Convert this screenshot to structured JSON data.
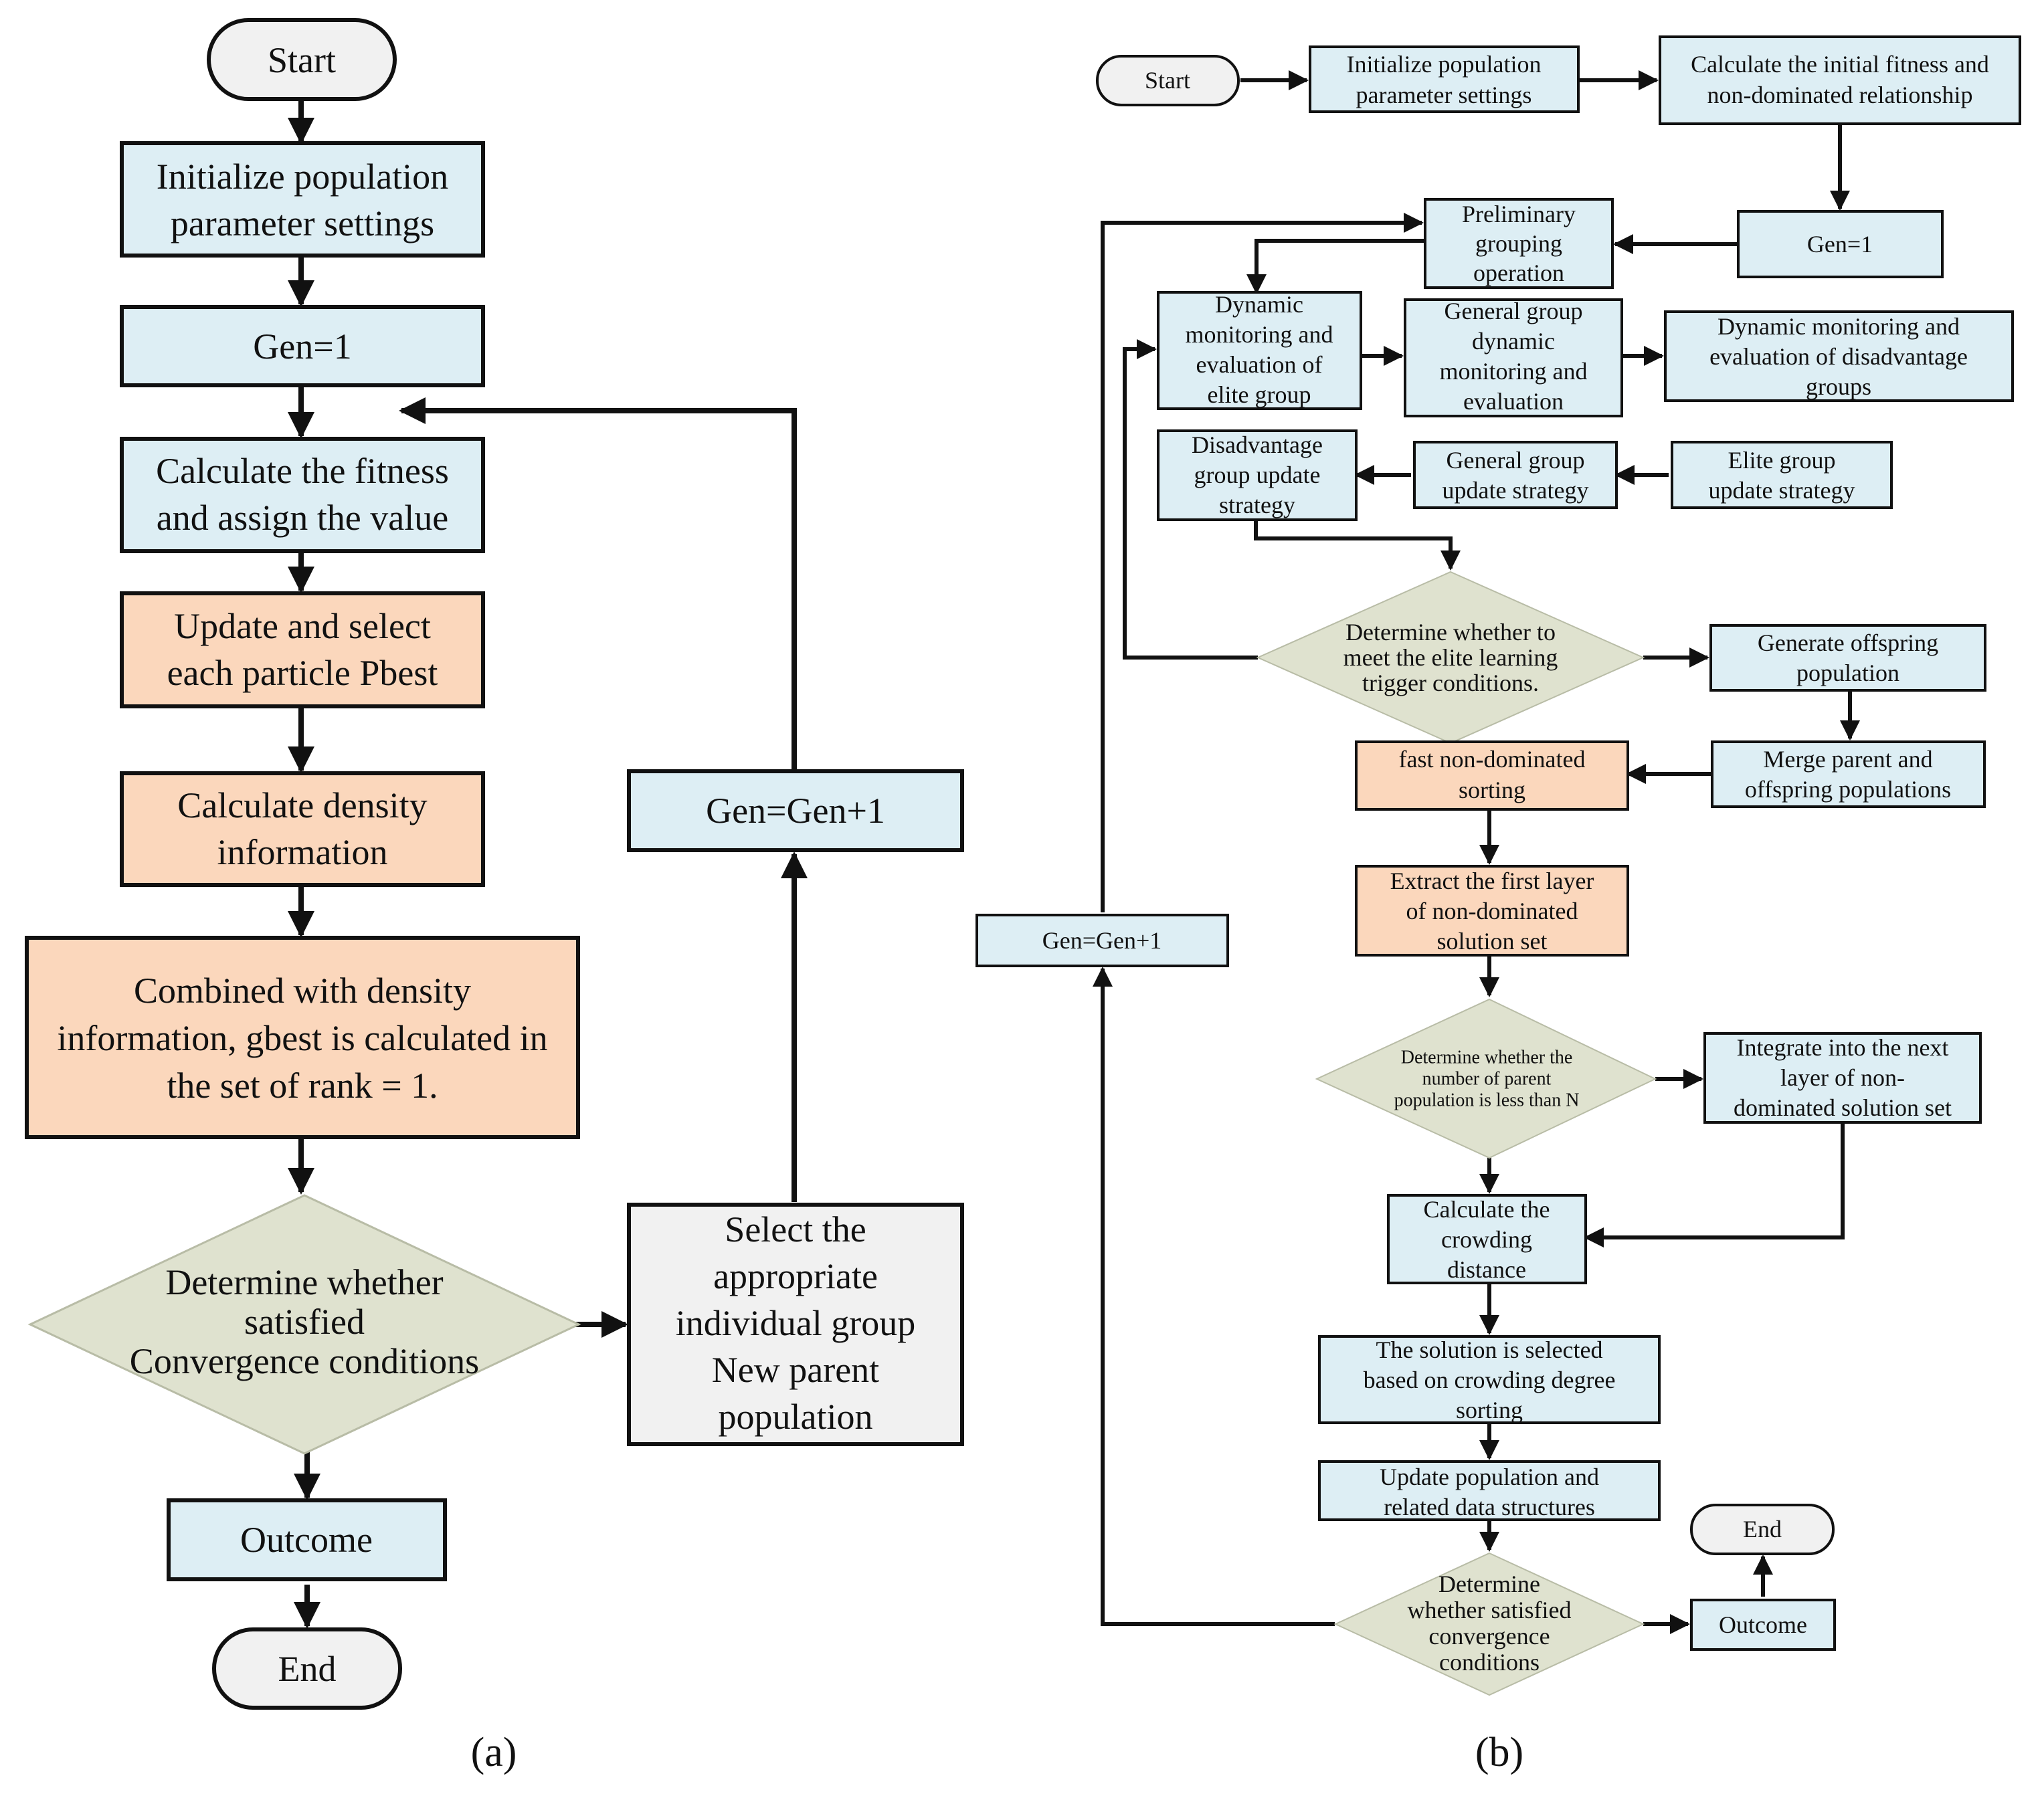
{
  "colors": {
    "blue": "#ddeef4",
    "orange": "#fbd7bc",
    "gray": "#f1f1f1",
    "diamond": "#dfe2cf",
    "terminal": "#f1f1f1",
    "stroke": "#111111"
  },
  "panel_a": {
    "caption": "(a)",
    "start": "Start",
    "init": [
      "Initialize population",
      "parameter settings"
    ],
    "gen1": "Gen=1",
    "fitness": [
      "Calculate the fitness",
      "and assign the value"
    ],
    "pbest": [
      "Update and select",
      "each particle Pbest"
    ],
    "density": [
      "Calculate density",
      "information"
    ],
    "gbest": [
      "Combined with density",
      "information, gbest is calculated in",
      "the set of rank = 1."
    ],
    "decision": [
      "Determine whether",
      "satisfied",
      "Convergence conditions"
    ],
    "select": [
      "Select the",
      "appropriate",
      "individual group",
      "New parent",
      "population"
    ],
    "gen_inc": "Gen=Gen+1",
    "outcome": "Outcome",
    "end": "End"
  },
  "panel_b": {
    "caption": "(b)",
    "start": "Start",
    "init": [
      "Initialize population",
      "parameter settings"
    ],
    "init_fitness": [
      "Calculate the initial fitness and",
      "non-dominated relationship"
    ],
    "gen1": "Gen=1",
    "grouping": [
      "Preliminary",
      "grouping",
      "operation"
    ],
    "elite_monitor": [
      "Dynamic",
      "monitoring and",
      "evaluation of",
      "elite group"
    ],
    "general_monitor": [
      "General group",
      "dynamic",
      "monitoring and",
      "evaluation"
    ],
    "disadv_monitor": [
      "Dynamic monitoring and",
      "evaluation of disadvantage",
      "groups"
    ],
    "disadv_update": [
      "Disadvantage",
      "group update",
      "strategy"
    ],
    "general_update": [
      "General group",
      "update strategy"
    ],
    "elite_update": [
      "Elite group",
      "update strategy"
    ],
    "elite_decision": [
      "Determine whether to",
      "meet the elite learning",
      "trigger conditions."
    ],
    "offspring": [
      "Generate offspring",
      "population"
    ],
    "merge": [
      "Merge parent and",
      "offspring populations"
    ],
    "fast_sort": [
      "fast non-dominated",
      "sorting"
    ],
    "extract": [
      "Extract the first layer",
      "of non-dominated",
      "solution set"
    ],
    "parent_decision": [
      "Determine whether the",
      "number of parent",
      "population is less than N"
    ],
    "integrate": [
      "Integrate into the next",
      "layer of non-",
      "dominated solution set"
    ],
    "crowding": [
      "Calculate the",
      "crowding",
      "distance"
    ],
    "selected": [
      "The solution is selected",
      "based on crowding degree",
      "sorting"
    ],
    "update": [
      "Update population and",
      "related data structures"
    ],
    "conv_decision": [
      "Determine",
      "whether satisfied",
      "convergence",
      "conditions"
    ],
    "outcome": "Outcome",
    "end": "End",
    "gen_inc": "Gen=Gen+1"
  }
}
